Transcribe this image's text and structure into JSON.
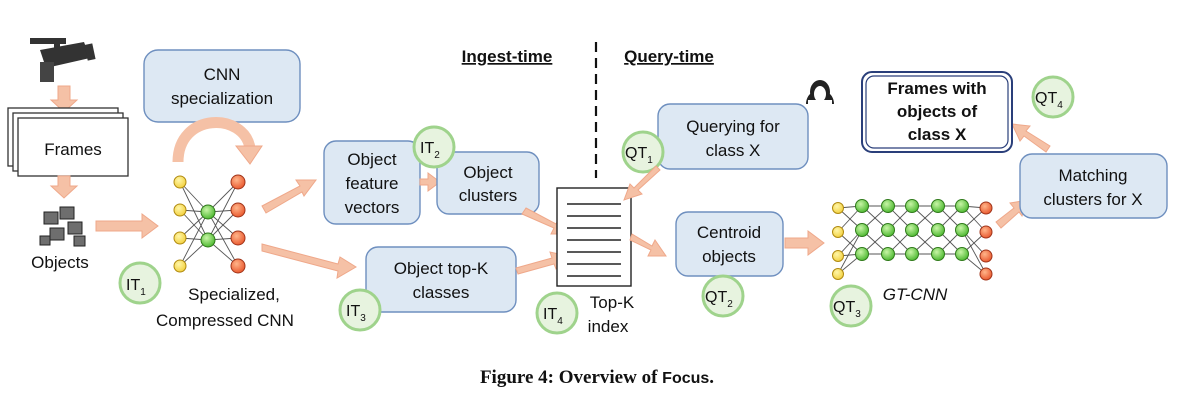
{
  "headers": {
    "ingest": "Ingest-time",
    "query": "Query-time"
  },
  "labels": {
    "frames": "Frames",
    "objects": "Objects",
    "cnn_spec_1": "CNN",
    "cnn_spec_2": "specialization",
    "specialized_1": "Specialized,",
    "specialized_2": "Compressed CNN",
    "feature_1": "Object",
    "feature_2": "feature",
    "feature_3": "vectors",
    "clusters_1": "Object",
    "clusters_2": "clusters",
    "topk_classes_1": "Object top-K",
    "topk_classes_2": "classes",
    "topk_index_1": "Top-K",
    "topk_index_2": "index",
    "querying_1": "Querying for",
    "querying_2": "class X",
    "centroid_1": "Centroid",
    "centroid_2": "objects",
    "gtcnn": "GT-CNN",
    "matching_1": "Matching",
    "matching_2": "clusters for X",
    "result_1": "Frames with",
    "result_2": "objects of",
    "result_3": "class X"
  },
  "tags": {
    "it1": {
      "base": "IT",
      "sub": "1"
    },
    "it2": {
      "base": "IT",
      "sub": "2"
    },
    "it3": {
      "base": "IT",
      "sub": "3"
    },
    "it4": {
      "base": "IT",
      "sub": "4"
    },
    "qt1": {
      "base": "QT",
      "sub": "1"
    },
    "qt2": {
      "base": "QT",
      "sub": "2"
    },
    "qt3": {
      "base": "QT",
      "sub": "3"
    },
    "qt4": {
      "base": "QT",
      "sub": "4"
    }
  },
  "caption": {
    "prefix": "Figure 4: Overview of ",
    "system": "Focus",
    "suffix": "."
  },
  "icons": [
    "security-camera-icon",
    "user-icon",
    "document-icon",
    "neural-network-icon"
  ],
  "colors": {
    "box_fill": "#dde8f3",
    "box_stroke": "#6e8fbf",
    "arrow": "#f5c1a6",
    "tag_fill": "#e7f3df",
    "tag_ring": "#9fd38c",
    "node_yellow": "#f2cf3a",
    "node_green": "#6ccf3a",
    "node_red": "#e8642c"
  }
}
